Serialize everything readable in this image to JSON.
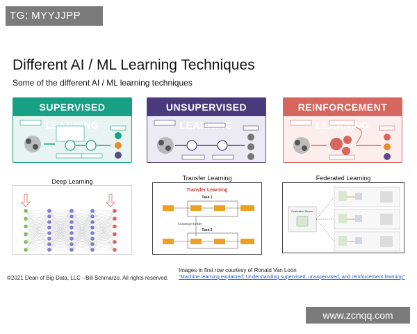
{
  "watermark_top": "TG: MYYJJPP",
  "watermark_bottom": "www.zcnqq.com",
  "title": "Different AI / ML Learning Techniques",
  "subtitle": "Some of the different AI / ML learning techniques",
  "panels": {
    "supervised": "SUPERVISED LEARNING",
    "unsupervised": "UNSUPERVISED LEARNING",
    "reinforcement": "REINFORCEMENT LEARNING"
  },
  "figures": {
    "deep": "Deep Learning",
    "transfer": "Transfer Learning",
    "federated": "Federated Learning"
  },
  "transfer_diagram": {
    "title": "Transfer Learning",
    "task1": "Task 1",
    "task2": "Task 2",
    "knowledge": "Knowledge transfer"
  },
  "federated_diagram": {
    "server": "Federated Server"
  },
  "copyright": "©2021 Dean of Big Data, LLC - Bill Schmarzo. All rights reserved.",
  "courtesy": "Images in first row courtesy of Ronald Van Loon",
  "link_text": "\"Machine learning explained: Understanding supervised, unsupervised, and reinforcement learning\"",
  "colors": {
    "supervised": "#16a084",
    "unsupervised": "#4a3a7c",
    "reinforcement": "#d7665e",
    "transfer_accent": "#f0a020"
  }
}
